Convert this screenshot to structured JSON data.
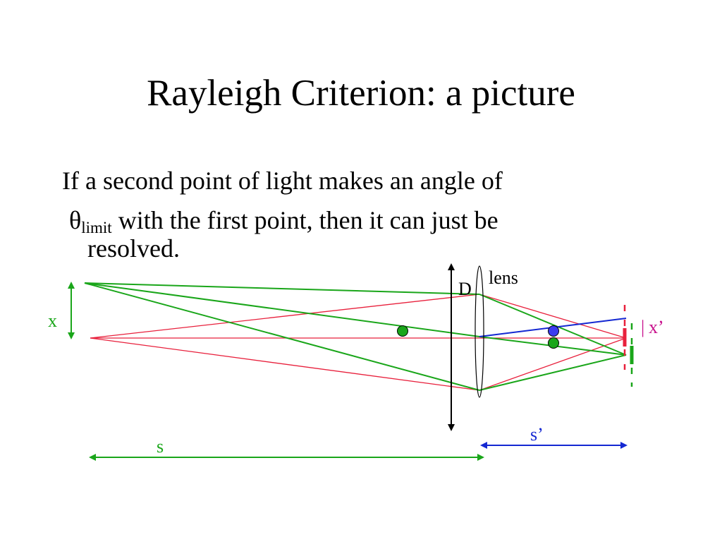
{
  "slide": {
    "title": "Rayleigh Criterion:  a picture",
    "body_line1": "If a second point of light makes an angle of",
    "theta_symbol": "θ",
    "theta_subscript": "limit",
    "body_line2_rest": " with the first point, then it can just be",
    "body_line3": "resolved."
  },
  "diagram": {
    "labels": {
      "lens": "lens",
      "aperture": "D",
      "object_separation": "x",
      "image_separation": "x’",
      "image_separation_bar": "|",
      "object_distance": "s",
      "image_distance": "s’"
    },
    "colors": {
      "red_rays": "#e8203c",
      "green_rays": "#1aa61a",
      "blue_line": "#1428d2",
      "magenta_label": "#c8108c",
      "black": "#000000"
    }
  }
}
